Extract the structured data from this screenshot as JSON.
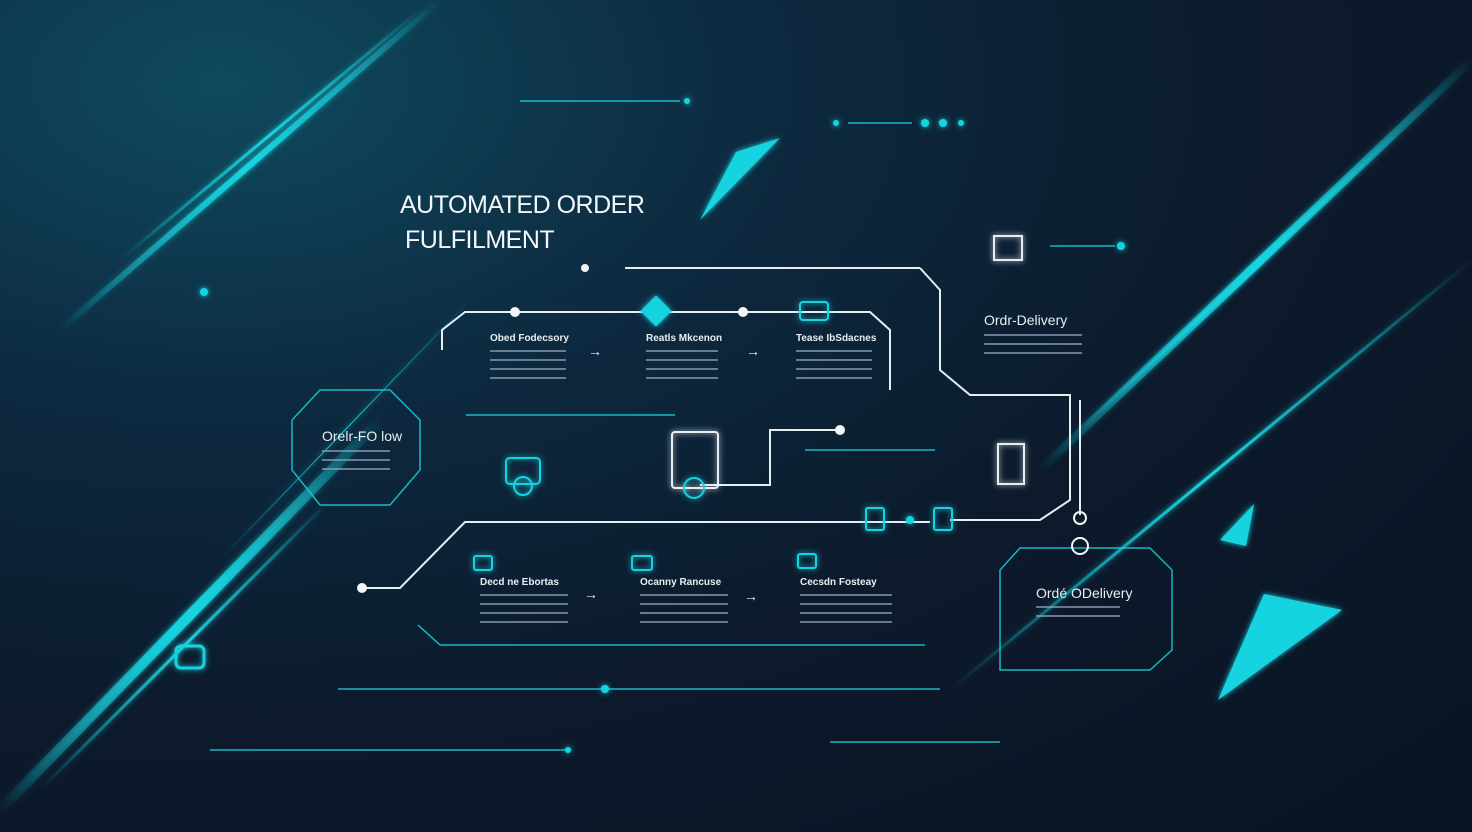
{
  "title": {
    "line1": "AUTOMATED ORDER",
    "line2": "FULFILMENT"
  },
  "colors": {
    "accent": "#19d3e0",
    "background": "#0c1a2c",
    "line": "#e6eef2"
  },
  "left_panel": {
    "label": "Orelr-FO low"
  },
  "top_steps": [
    {
      "label": "Obed Fodecsory"
    },
    {
      "label": "Reatls Mkcenon"
    },
    {
      "label": "Tease IbSdacnes"
    }
  ],
  "bottom_steps": [
    {
      "label": "Decd ne Ebortas"
    },
    {
      "label": "Ocanny Rancuse"
    },
    {
      "label": "Cecsdn Fosteay"
    }
  ],
  "right_top_panel": {
    "label": "Ordr-Delivery"
  },
  "right_bottom_panel": {
    "label": "Ordé ODelivery"
  },
  "arrow_glyph": "→"
}
